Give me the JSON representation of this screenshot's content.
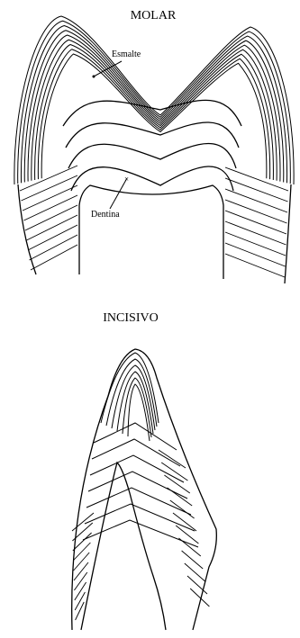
{
  "figure": {
    "molar": {
      "title": "MOLAR",
      "labels": {
        "enamel": "Esmalte",
        "dentin": "Dentina"
      }
    },
    "incisor": {
      "title": "INCISIVO"
    },
    "colors": {
      "line": "#000000",
      "background": "#ffffff"
    }
  }
}
